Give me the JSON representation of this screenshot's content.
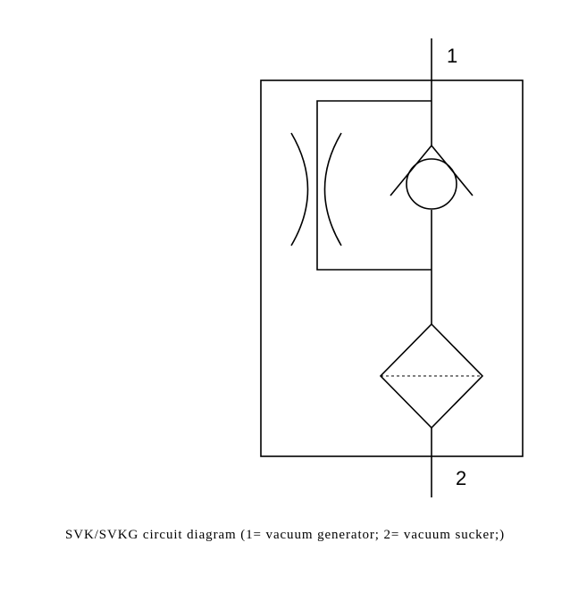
{
  "diagram": {
    "port_top_label": "1",
    "port_bottom_label": "2",
    "components": [
      "throttle-symbol",
      "check-valve-symbol",
      "filter-symbol"
    ]
  },
  "caption": "SVK/SVKG circuit diagram (1= vacuum generator; 2= vacuum sucker;)",
  "colors": {
    "line": "#000000",
    "background": "#ffffff"
  }
}
